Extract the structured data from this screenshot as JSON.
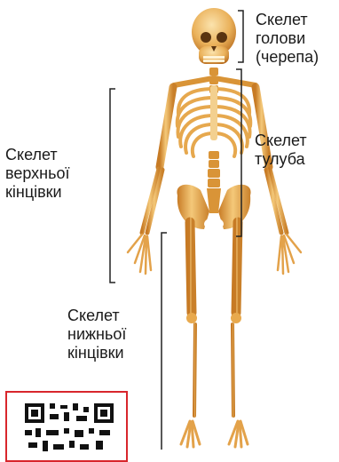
{
  "labels": {
    "head": "Скелет\nголови\n(черепа)",
    "trunk": "Скелет\nтулуба",
    "upper_limb": "Скелет\nверхньої\nкінцівки",
    "lower_limb": "Скелет\nнижньої\nкінцівки"
  },
  "colors": {
    "bone": "#e9a94a",
    "bone_light": "#f6d28a",
    "bone_dark": "#b96c1c",
    "bracket": "#222222",
    "qr_frame": "#d8262c"
  },
  "qr": {
    "icon": "qr-code-icon"
  }
}
